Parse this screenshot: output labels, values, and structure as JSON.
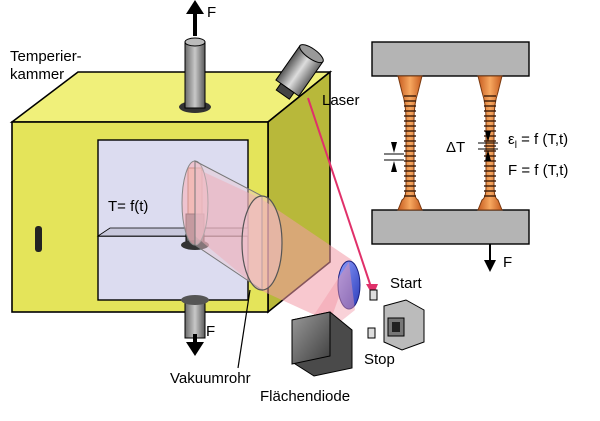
{
  "labels": {
    "force_top": "F",
    "force_bottom": "F",
    "force_right": "F",
    "chamber_line1": "Temperier-",
    "chamber_line2": "kammer",
    "temperature": "T= f(t)",
    "laser": "Laser",
    "start": "Start",
    "stop": "Stop",
    "vacuum_tube": "Vakuumrohr",
    "area_diode": "Flächendiode",
    "delta_t": "ΔT",
    "strain_symbol": "ε",
    "strain_sub": "l",
    "strain_rhs": "= f (T,t)",
    "force_eq": "F  = f (T,t)"
  },
  "colors": {
    "chamber": "#e4e45a",
    "chamber_dark": "#b8b83a",
    "window": "#dcdcf0",
    "beam": "#f29aa8",
    "laser_line": "#e0306a",
    "specimen": "#f08a40",
    "plate": "#b4b4b4",
    "diode": "#707070"
  }
}
